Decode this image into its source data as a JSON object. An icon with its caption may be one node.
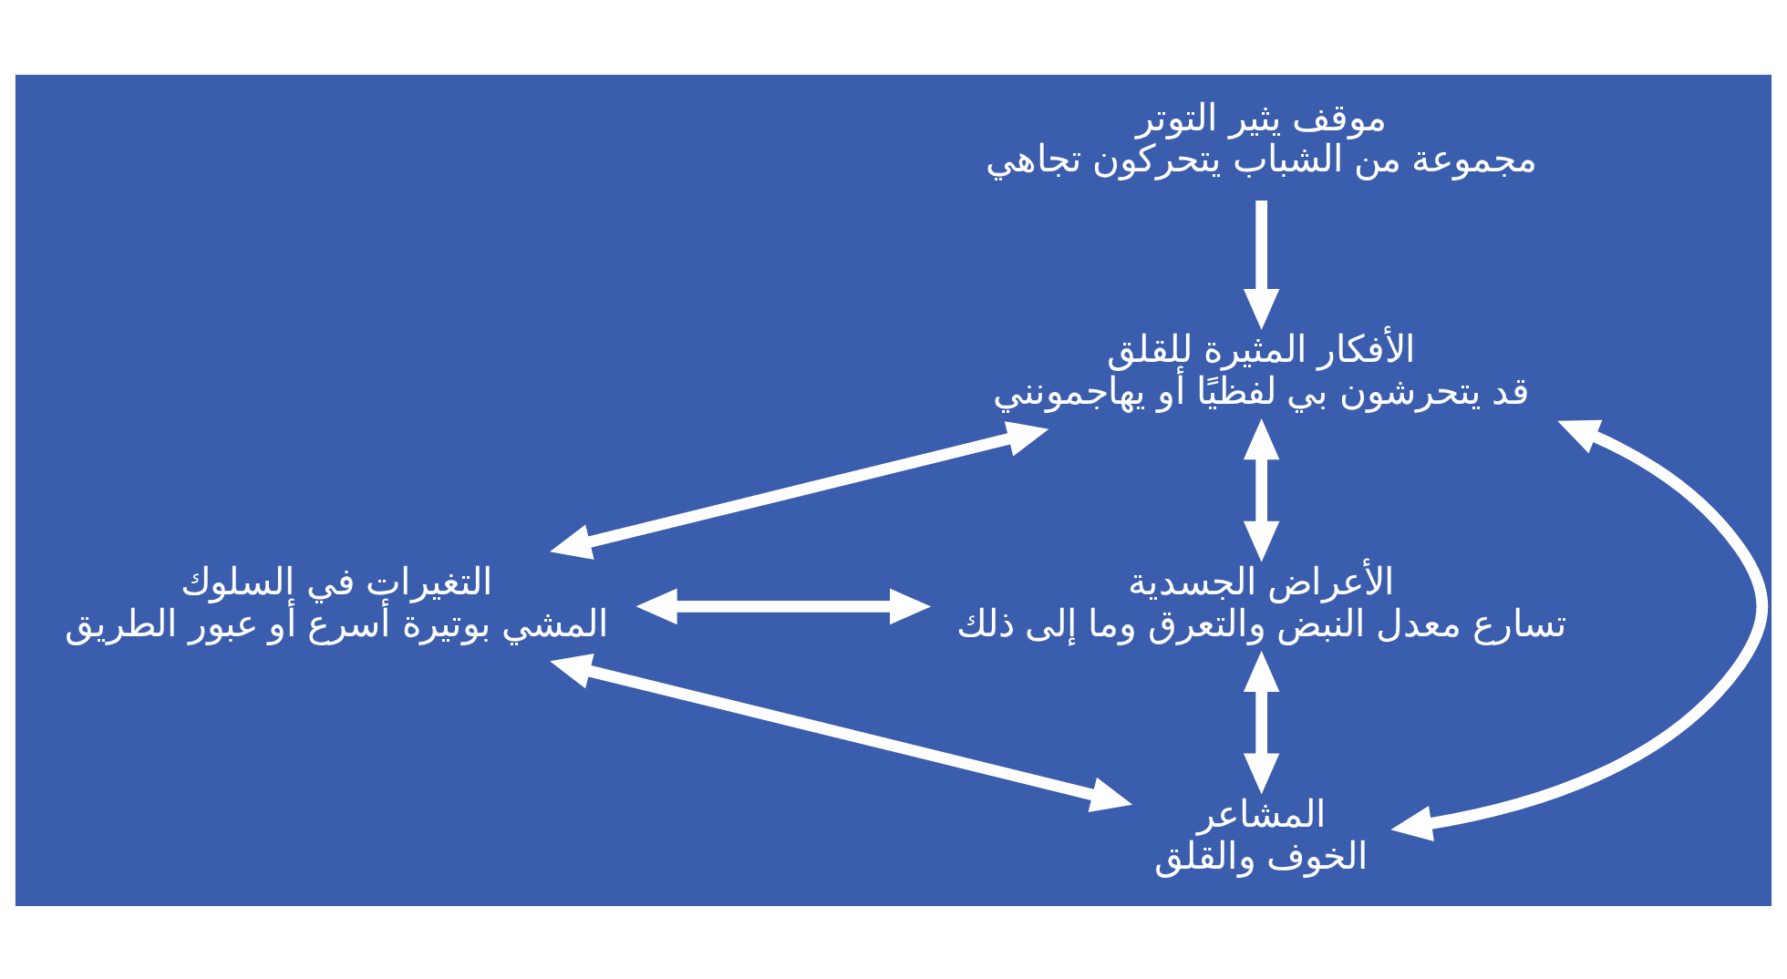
{
  "diagram": {
    "nodes": [
      {
        "text": [
          "موقف يثير التوتر",
          "مجموعة من الشباب يتحركون تجاهي"
        ]
      },
      {
        "text": [
          "الأفكار المثيرة للقلق",
          "قد يتحرشون بي لفظيًا أو يهاجمونني"
        ]
      },
      {
        "text": [
          "الأعراض الجسدية",
          "تسارع معدل النبض والتعرق وما إلى ذلك"
        ]
      },
      {
        "text": [
          "التغيرات في السلوك",
          "المشي بوتيرة أسرع أو عبور الطريق"
        ]
      },
      {
        "text": [
          "المشاعر",
          "الخوف والقلق"
        ]
      }
    ],
    "edges": [
      {
        "from": 0,
        "to": 1,
        "arrow": "to"
      },
      {
        "from": 1,
        "to": 3,
        "arrow": "both"
      },
      {
        "from": 1,
        "to": 2,
        "arrow": "both"
      },
      {
        "from": 1,
        "to": 4,
        "arrow": "both"
      },
      {
        "from": 3,
        "to": 2,
        "arrow": "both"
      },
      {
        "from": 3,
        "to": 4,
        "arrow": "both"
      },
      {
        "from": 2,
        "to": 4,
        "arrow": "both"
      }
    ]
  }
}
